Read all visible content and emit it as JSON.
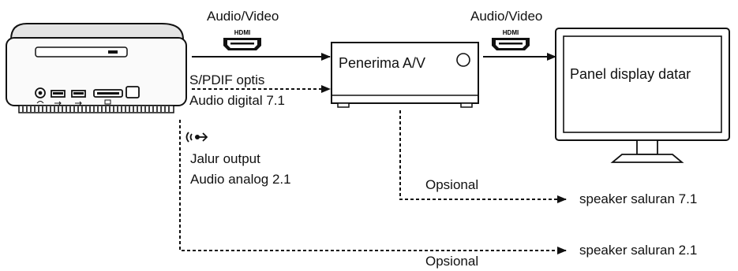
{
  "labels": {
    "av_top_left": "Audio/Video",
    "av_top_right": "Audio/Video",
    "hdmi_left": "HDMI",
    "hdmi_right": "HDMI",
    "receiver": "Penerima A/V",
    "display": "Panel display datar",
    "spdif_line1": "S/PDIF optis",
    "spdif_line2": "Audio digital 7.1",
    "analog_line1": "Jalur output",
    "analog_line2": "Audio analog 2.1",
    "optional_mid": "Opsional",
    "optional_bottom": "Opsional",
    "speaker_71": "speaker saluran 7.1",
    "speaker_21": "speaker saluran 2.1"
  },
  "icons": {
    "hdmi": "hdmi-connector-icon",
    "audio_out": "audio-line-out-icon"
  },
  "colors": {
    "stroke": "#111111",
    "background": "#ffffff"
  }
}
